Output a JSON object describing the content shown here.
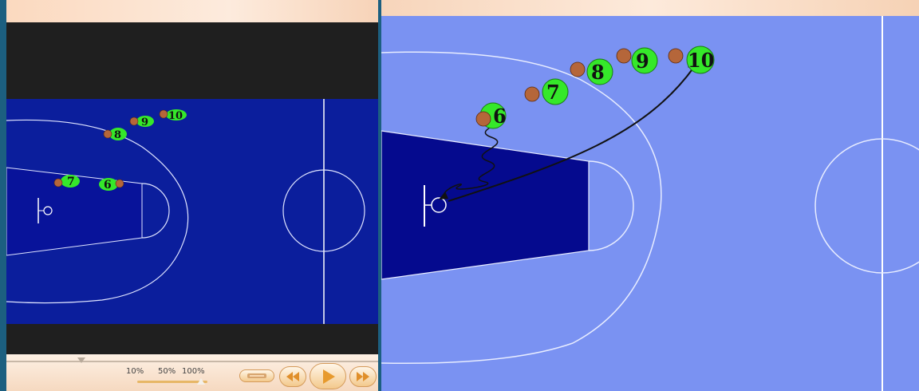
{
  "zoom": {
    "labels": [
      "10%",
      "50%",
      "100%"
    ],
    "current": "100%"
  },
  "playback": {
    "seek_position": 0.2
  },
  "players": [
    {
      "number": "6",
      "has_ball": true
    },
    {
      "number": "7",
      "has_ball": true
    },
    {
      "number": "8",
      "has_ball": true
    },
    {
      "number": "9",
      "has_ball": true
    },
    {
      "number": "10",
      "has_ball": true
    }
  ],
  "colors": {
    "left_court": "#0b1e9c",
    "left_paint": "#08139a",
    "right_court": "#7a92f2",
    "right_paint": "#050a8e",
    "player_marker": "#35e82a",
    "ball": "#b5663a",
    "control_accent": "#e7a23d"
  },
  "icons": {
    "record": "record-icon",
    "rewind": "rewind-icon",
    "play": "play-icon",
    "fast_forward": "fast-forward-icon"
  }
}
